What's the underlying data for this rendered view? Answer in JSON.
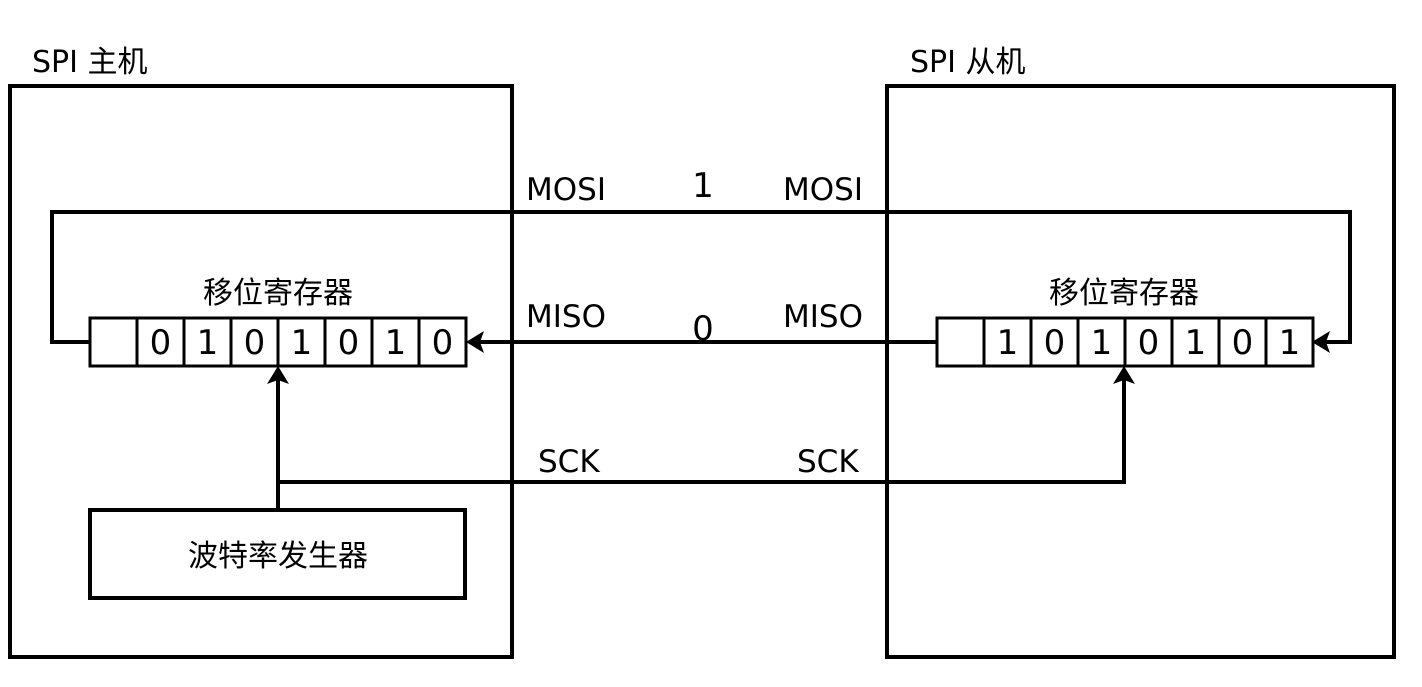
{
  "master": {
    "title": "SPI 主机",
    "register_label": "移位寄存器",
    "register_bits": [
      "0",
      "1",
      "0",
      "1",
      "0",
      "1",
      "0"
    ],
    "generator_label": "波特率发生器"
  },
  "slave": {
    "title": "SPI 从机",
    "register_label": "移位寄存器",
    "register_bits": [
      "1",
      "0",
      "1",
      "0",
      "1",
      "0",
      "1"
    ]
  },
  "signals": {
    "mosi_master": "MOSI",
    "mosi_slave": "MOSI",
    "mosi_bit": "1",
    "miso_master": "MISO",
    "miso_slave": "MISO",
    "miso_bit": "0",
    "sck_master": "SCK",
    "sck_slave": "SCK"
  },
  "colors": {
    "master_bits": "#e8141c",
    "slave_bits": "#1a1ad6",
    "mosi_bit": "#e8141c",
    "miso_bit": "#1a1ad6"
  }
}
